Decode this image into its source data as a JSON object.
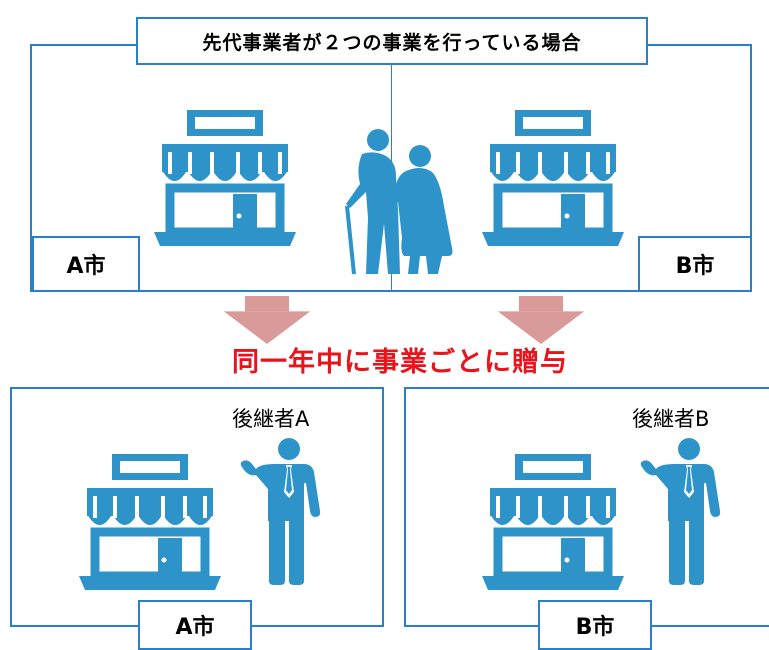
{
  "top_section": {
    "title": "先代事業者が２つの事業を行っている場合",
    "left_city": "A市",
    "right_city": "B市"
  },
  "headline": "同一年中に事業ごとに贈与",
  "successors": [
    {
      "name": "後継者A",
      "city": "A市"
    },
    {
      "name": "後継者B",
      "city": "B市"
    }
  ],
  "icons": {
    "store": "store-icon",
    "elderly_couple": "elderly-couple-icon",
    "businessman": "businessman-icon",
    "arrow": "arrow-down-icon"
  },
  "colors": {
    "frame": "#2a7fc9",
    "icon": "#2e93c9",
    "arrow": "#d99a9a",
    "headline": "#e8141b"
  }
}
